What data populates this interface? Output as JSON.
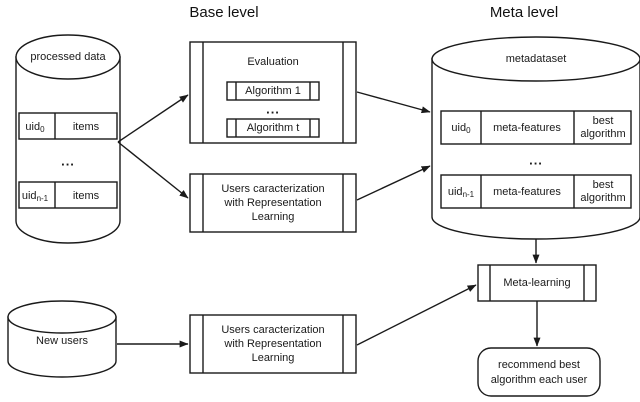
{
  "figure": {
    "kind": "flow-diagram",
    "headings": {
      "base_level": "Base level",
      "meta_level": "Meta level"
    },
    "colors": {
      "stroke": "#1a1a1a",
      "fill": "#ffffff",
      "background": "#ffffff"
    }
  },
  "base_level": {
    "processed_data_store": {
      "label": "processed data",
      "rows": [
        {
          "uid": "uid",
          "uid_sub": "0",
          "value": "items"
        },
        {
          "uid": "uid",
          "uid_sub": "n-1",
          "value": "items"
        }
      ],
      "ellipsis": "..."
    },
    "evaluation_process": {
      "label": "Evaluation",
      "algorithms": [
        {
          "label": "Algorithm 1"
        },
        {
          "label": "Algorithm t"
        }
      ],
      "ellipsis": "..."
    },
    "users_caracterization_process": {
      "line1": "Users caracterization",
      "line2": "with Representation",
      "line3": "Learning"
    },
    "new_users_store": {
      "label": "New users"
    },
    "users_caracterization_process_new": {
      "line1": "Users caracterization",
      "line2": "with Representation",
      "line3": "Learning"
    }
  },
  "meta_level": {
    "metadataset_store": {
      "label": "metadataset",
      "rows": [
        {
          "uid": "uid",
          "uid_sub": "0",
          "meta_features": "meta-features",
          "best_line1": "best",
          "best_line2": "algorithm"
        },
        {
          "uid": "uid",
          "uid_sub": "n-1",
          "meta_features": "meta-features",
          "best_line1": "best",
          "best_line2": "algorithm"
        }
      ],
      "ellipsis": "..."
    },
    "meta_learning_process": {
      "label": "Meta-learning"
    },
    "recommendation_result": {
      "line1": "recommend best",
      "line2": "algorithm each user"
    }
  }
}
